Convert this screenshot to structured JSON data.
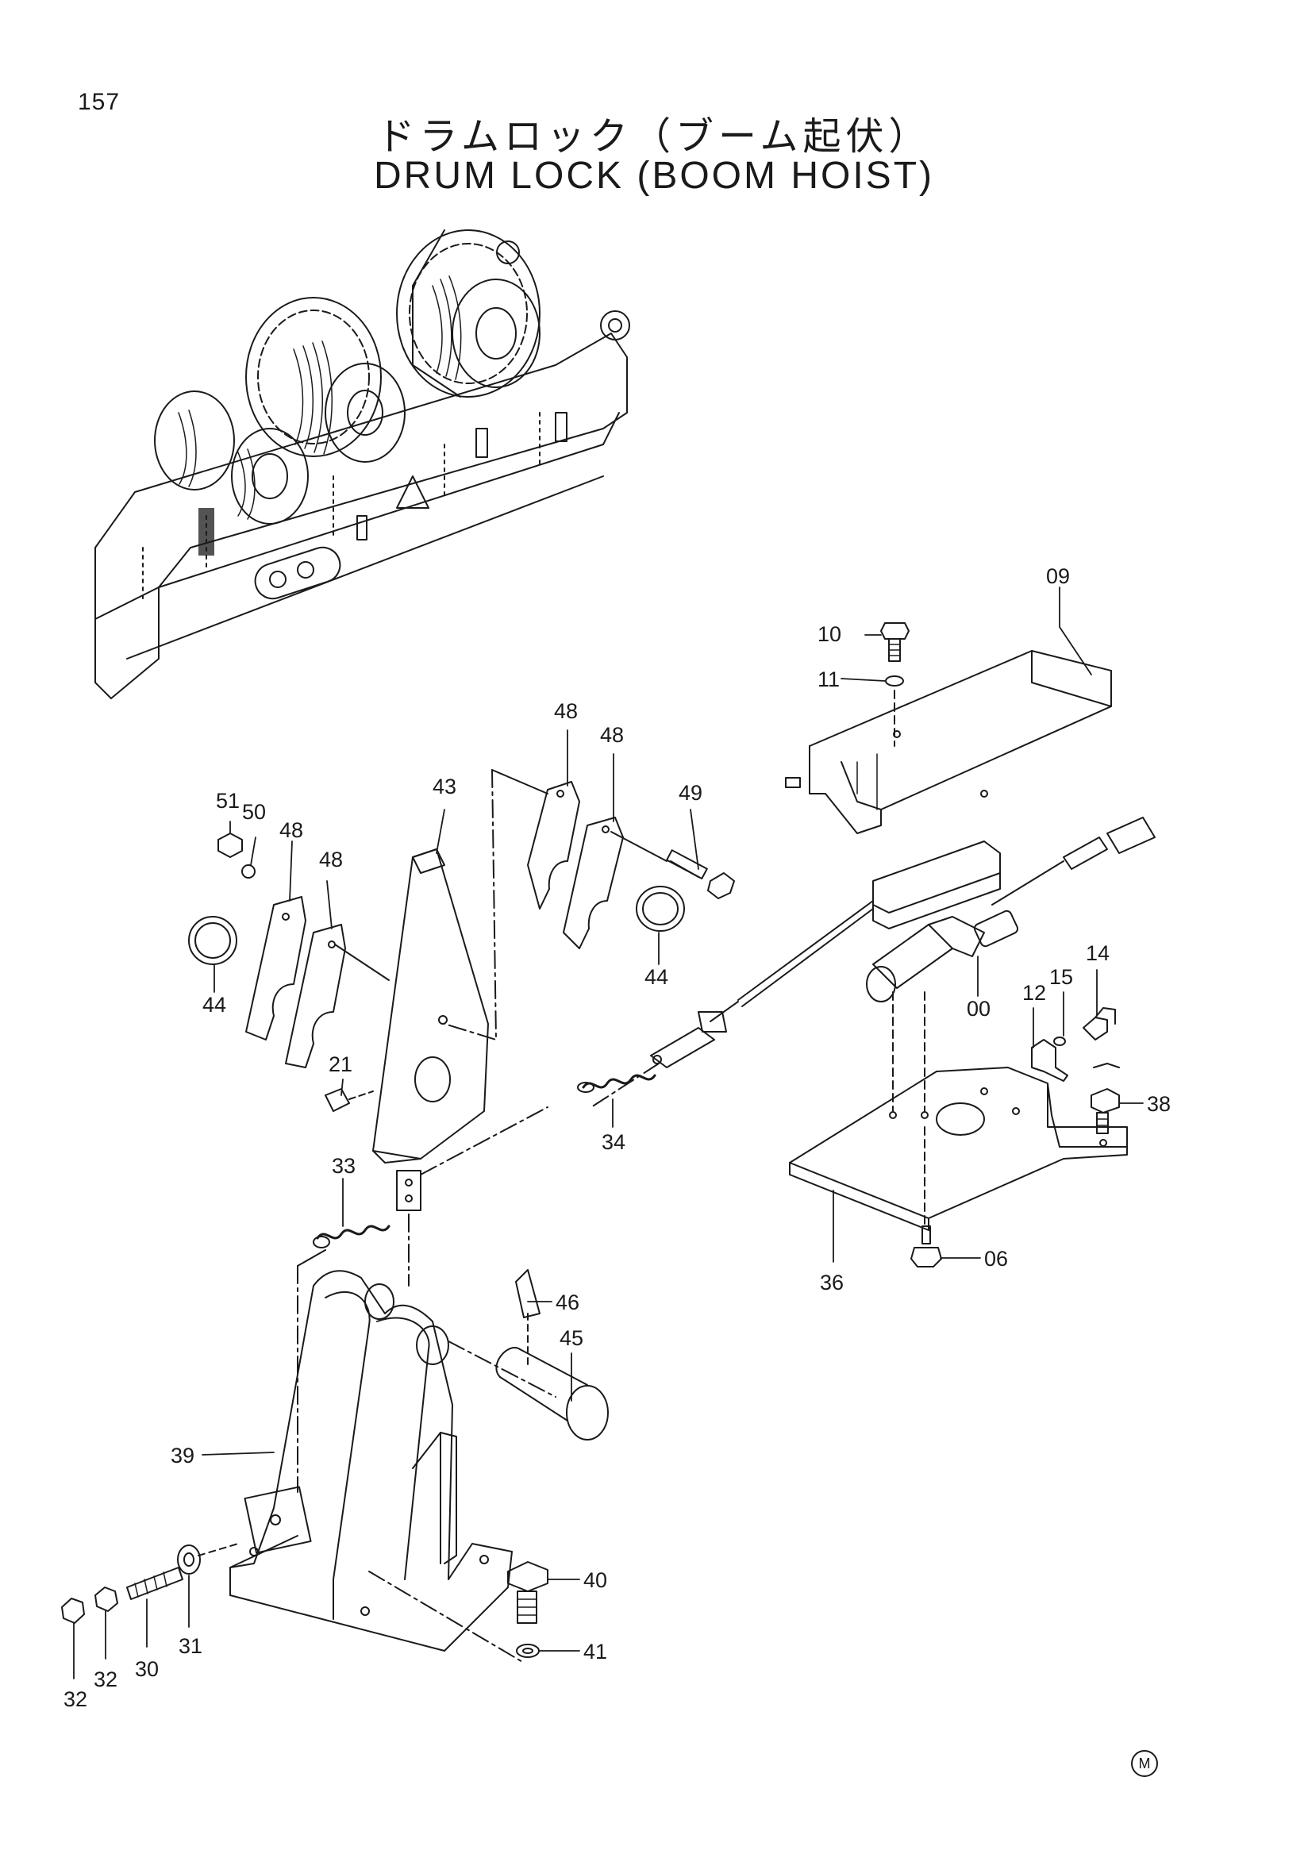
{
  "page": {
    "number": "157",
    "title_jp": "ドラムロック（ブーム起伏）",
    "title_en": "DRUM LOCK (BOOM HOIST)",
    "mark": "M"
  },
  "colors": {
    "line": "#1a1a1a",
    "paper": "#ffffff",
    "shade": "#9a9a9a"
  },
  "callouts": [
    {
      "id": "c09",
      "label": "09"
    },
    {
      "id": "c10",
      "label": "10"
    },
    {
      "id": "c11",
      "label": "11"
    },
    {
      "id": "c48a",
      "label": "48"
    },
    {
      "id": "c48b",
      "label": "48"
    },
    {
      "id": "c49",
      "label": "49"
    },
    {
      "id": "c43",
      "label": "43"
    },
    {
      "id": "c51",
      "label": "51"
    },
    {
      "id": "c50",
      "label": "50"
    },
    {
      "id": "c48c",
      "label": "48"
    },
    {
      "id": "c48d",
      "label": "48"
    },
    {
      "id": "c44a",
      "label": "44"
    },
    {
      "id": "c44b",
      "label": "44"
    },
    {
      "id": "c00",
      "label": "00"
    },
    {
      "id": "c12",
      "label": "12"
    },
    {
      "id": "c15",
      "label": "15"
    },
    {
      "id": "c14",
      "label": "14"
    },
    {
      "id": "c21",
      "label": "21"
    },
    {
      "id": "c34",
      "label": "34"
    },
    {
      "id": "c38",
      "label": "38"
    },
    {
      "id": "c33",
      "label": "33"
    },
    {
      "id": "c06",
      "label": "06"
    },
    {
      "id": "c36",
      "label": "36"
    },
    {
      "id": "c46",
      "label": "46"
    },
    {
      "id": "c45",
      "label": "45"
    },
    {
      "id": "c39",
      "label": "39"
    },
    {
      "id": "c40",
      "label": "40"
    },
    {
      "id": "c41",
      "label": "41"
    },
    {
      "id": "c31",
      "label": "31"
    },
    {
      "id": "c30",
      "label": "30"
    },
    {
      "id": "c32a",
      "label": "32"
    },
    {
      "id": "c32b",
      "label": "32"
    }
  ]
}
